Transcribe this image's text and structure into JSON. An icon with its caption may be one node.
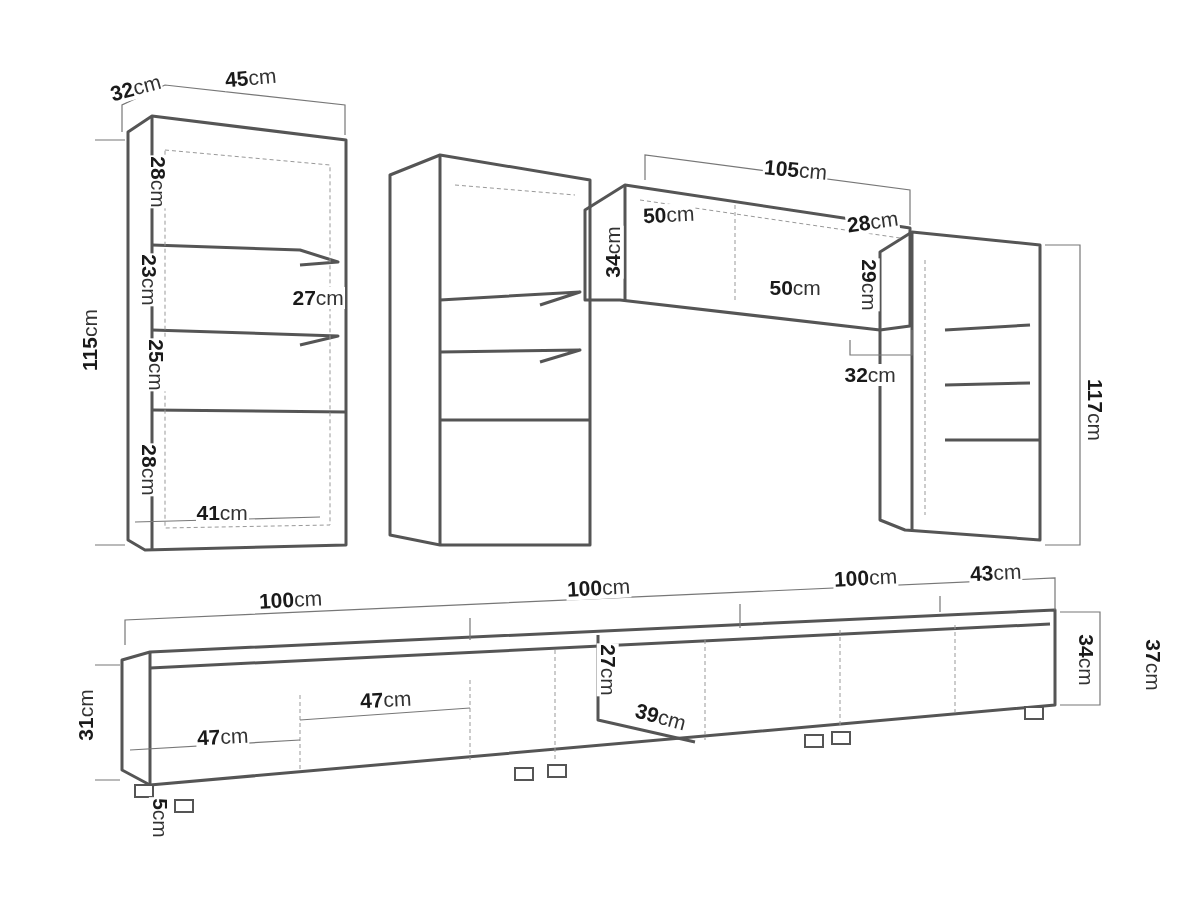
{
  "diagram": {
    "labels": [
      "**32**cm",
      "**45**cm",
      "**105**cm",
      "**28**cm",
      "**50**cm",
      "**28**cm",
      "**34**cm",
      "**29**cm",
      "**27**cm",
      "**23**cm",
      "**50**cm",
      "**115**cm",
      "**25**cm",
      "**32**cm",
      "**117**cm",
      "**28**cm",
      "**41**cm",
      "**43**cm",
      "**100**cm",
      "**100**cm",
      "**100**cm",
      "**34**cm",
      "**37**cm",
      "**27**cm",
      "**31**cm",
      "**47**cm",
      "**39**cm",
      "**47**cm",
      "**5**cm"
    ]
  }
}
